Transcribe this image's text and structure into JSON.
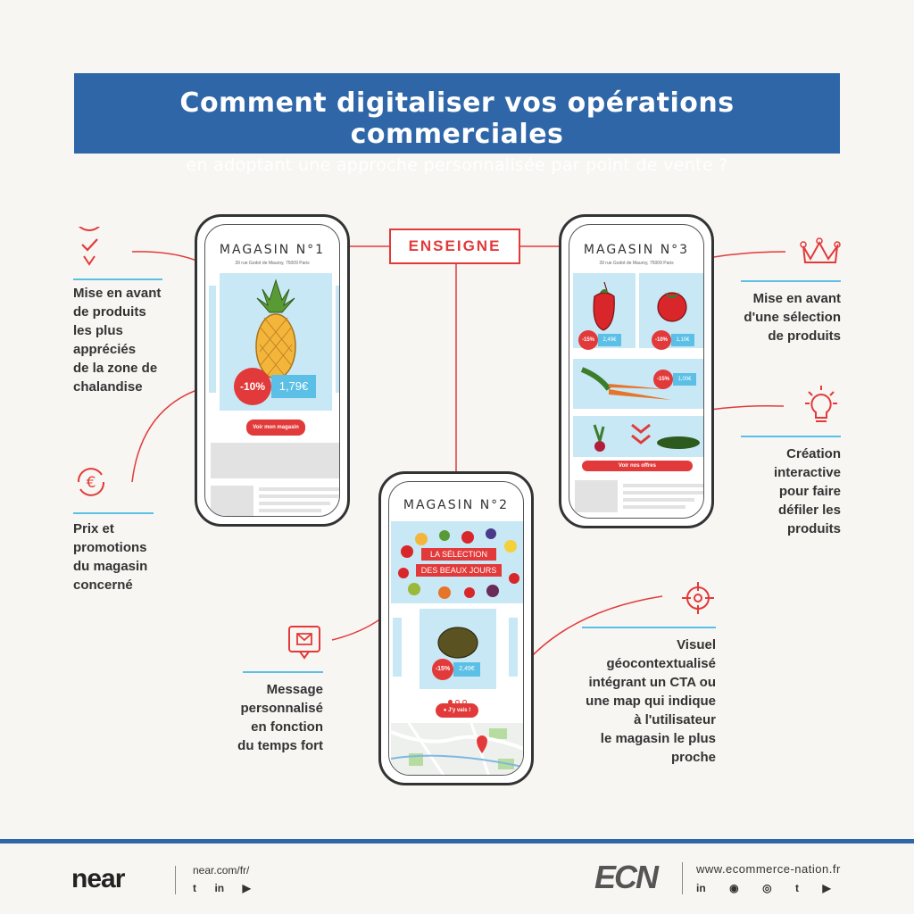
{
  "header": {
    "title": "Comment digitaliser vos opérations commerciales",
    "subtitle": "en adoptant une approche personnalisée par point de vente ?"
  },
  "enseigne": "ENSEIGNE",
  "phone1": {
    "title": "MAGASIN N°1",
    "address": "39 rue Godot de Mauroy, 75009 Paris",
    "discount": "-10%",
    "price": "1,79€",
    "button": "Voir mon magasin"
  },
  "phone2": {
    "title": "MAGASIN N°2",
    "banner_line1": "LA SÉLECTION",
    "banner_line2": "DES BEAUX JOURS",
    "discount": "-15%",
    "price": "2,49€",
    "button": "J'y vais !"
  },
  "phone3": {
    "title": "MAGASIN N°3",
    "address": "39 rue Godot de Mauroy, 75009 Paris",
    "items": [
      {
        "discount": "-15%",
        "price": "2,49€"
      },
      {
        "discount": "-10%",
        "price": "1,10€"
      },
      {
        "discount": "-15%",
        "price": "1,00€"
      }
    ],
    "button": "Voir nos offres"
  },
  "annotations": {
    "a1": [
      "Mise en avant",
      "de produits",
      "les plus",
      "appréciés",
      "de la zone de",
      "chalandise"
    ],
    "a2": [
      "Prix et",
      "promotions",
      "du magasin",
      "concerné"
    ],
    "a3": [
      "Message",
      "personnalisé",
      "en fonction",
      "du temps fort"
    ],
    "a4": [
      "Mise en avant",
      "d'une sélection",
      "de produits"
    ],
    "a5": [
      "Création",
      "interactive",
      "pour faire",
      "défiler les",
      "produits"
    ],
    "a6": [
      "Visuel",
      "géocontextualisé",
      "intégrant un CTA ou",
      "une map qui indique",
      "à l'utilisateur",
      "le magasin le plus",
      "proche"
    ]
  },
  "footer": {
    "near_logo": "near",
    "near_url": "near.com/fr/",
    "ecn_logo": "ECN",
    "ecn_url": "www.ecommerce-nation.fr",
    "near_socials": [
      "twitter-icon",
      "linkedin-icon",
      "youtube-icon"
    ],
    "ecn_socials": [
      "linkedin-icon",
      "podcast-icon",
      "instagram-icon",
      "twitter-icon",
      "youtube-icon"
    ]
  },
  "colors": {
    "brand_blue": "#2e66a8",
    "accent_red": "#e23a3a",
    "light_blue": "#5cc0e6"
  }
}
